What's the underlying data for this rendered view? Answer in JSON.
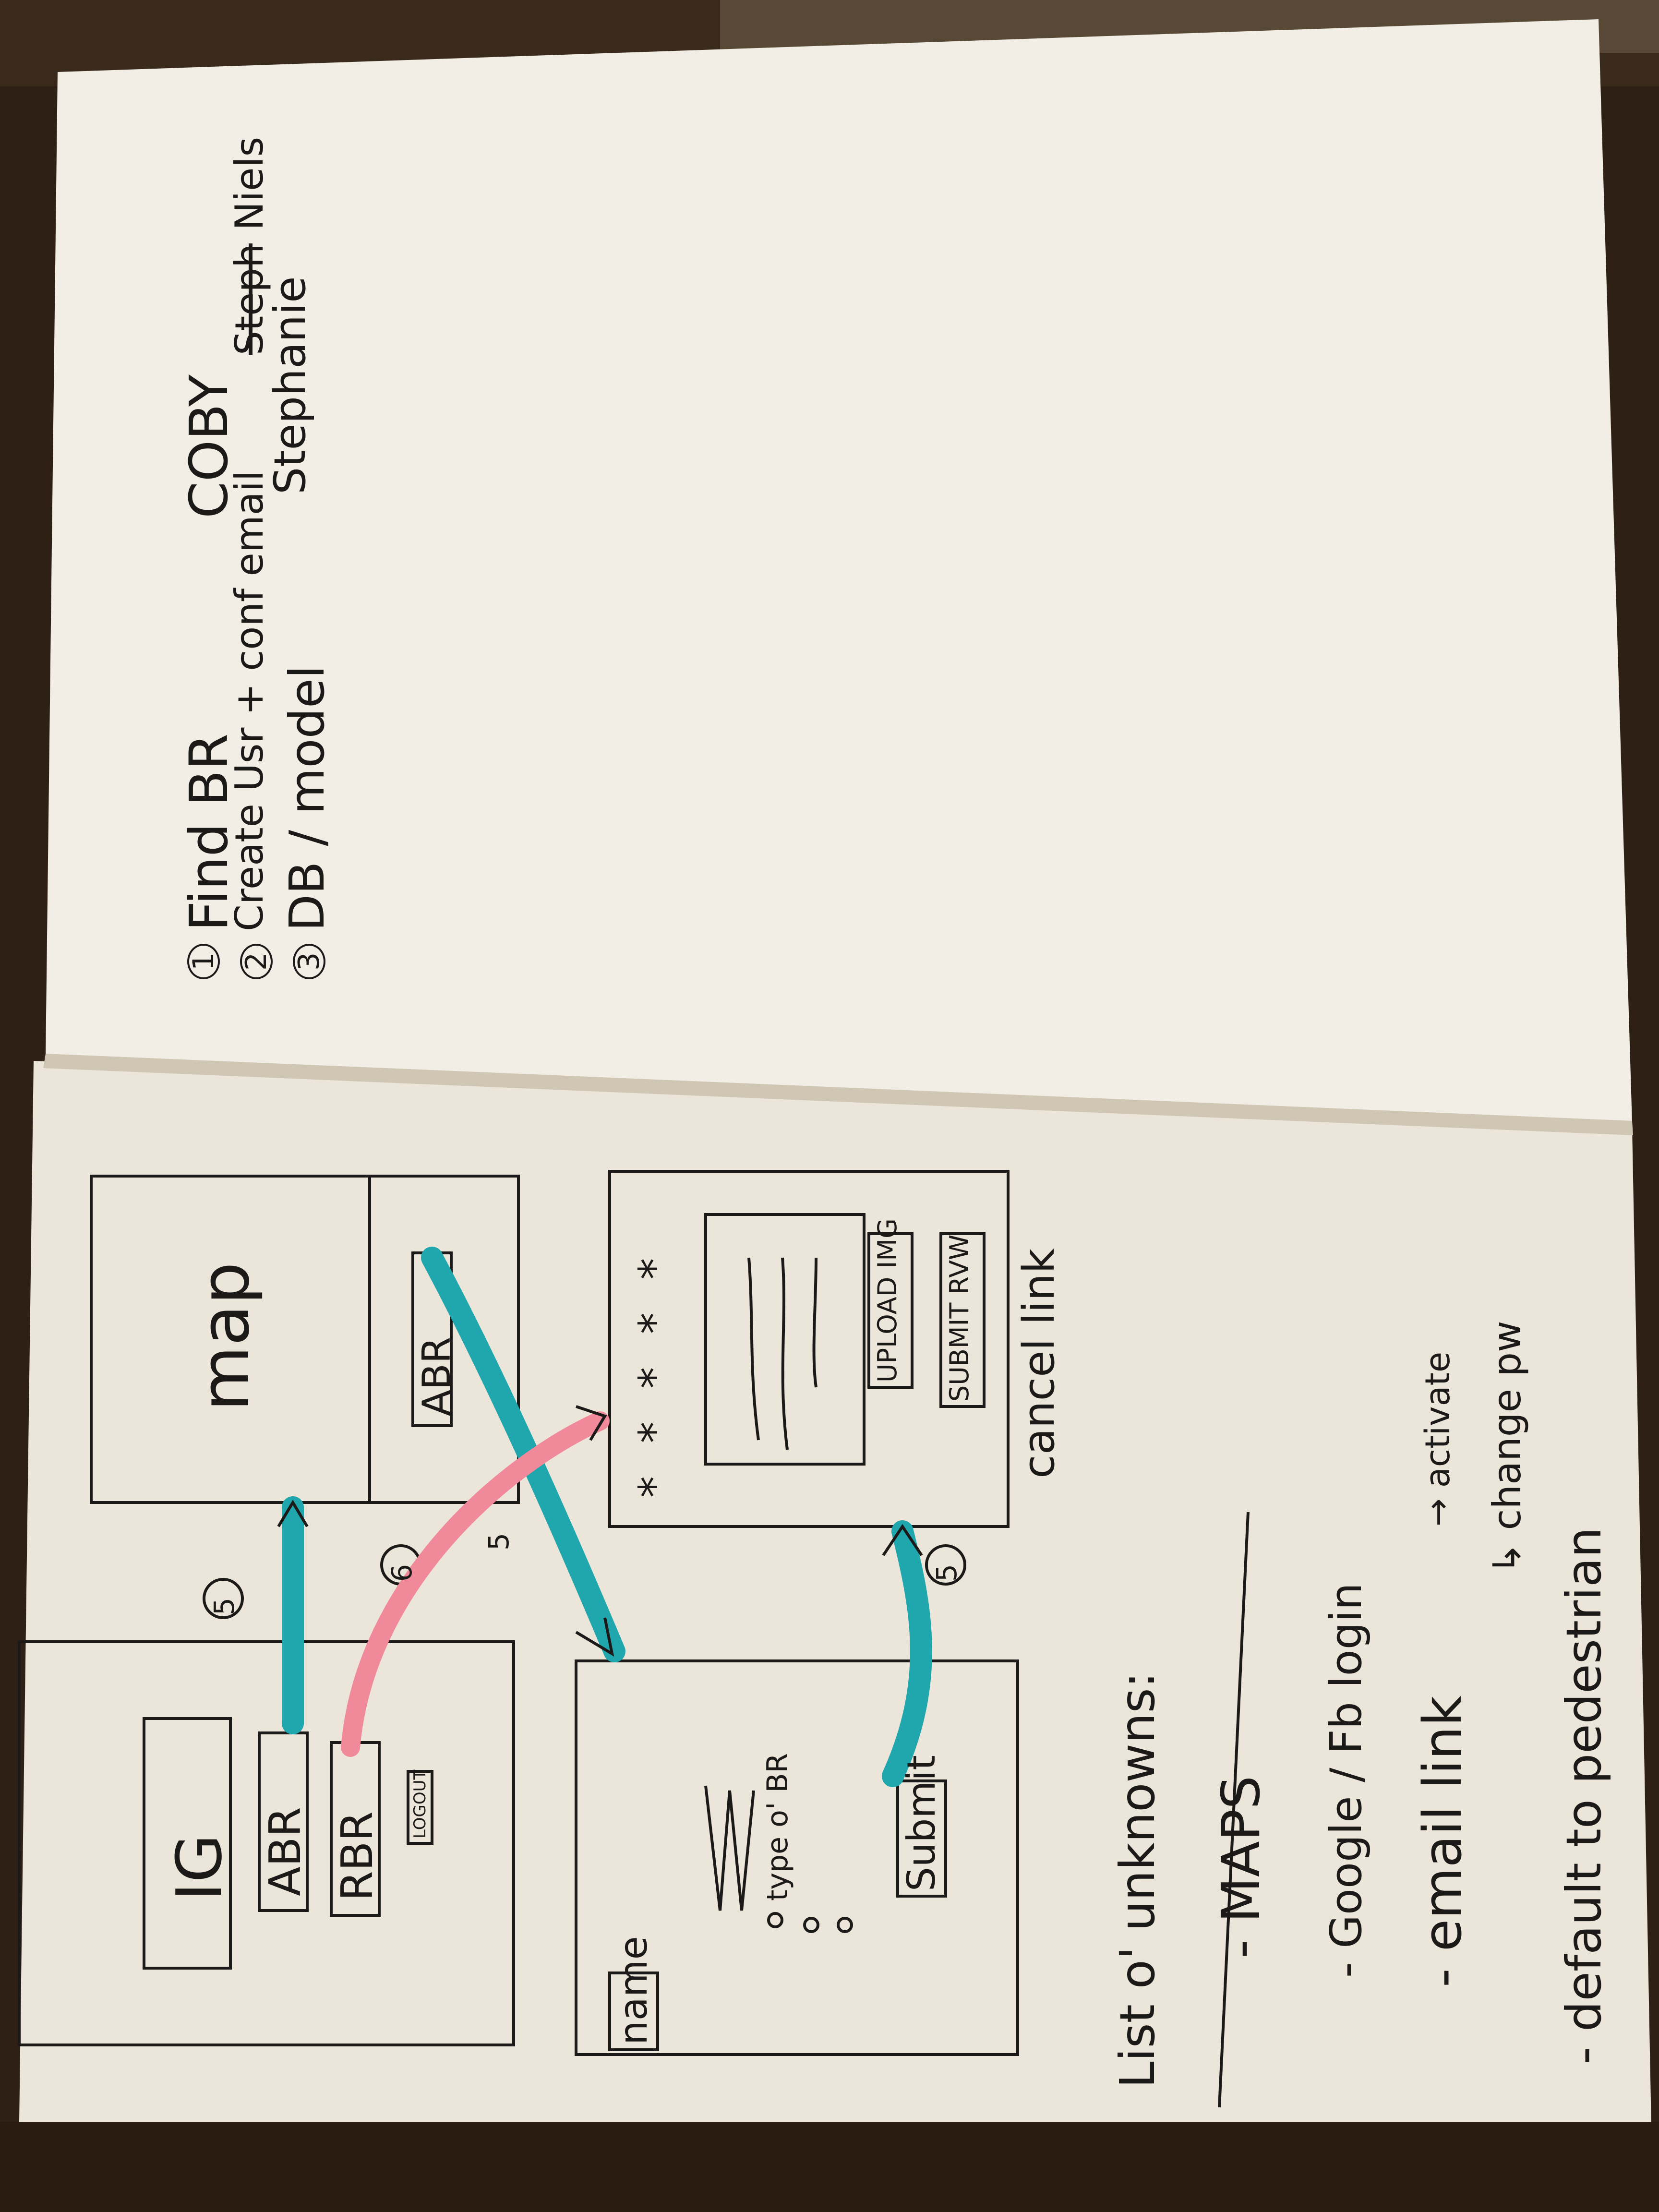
{
  "notebook": {
    "right_page": {
      "tasks": [
        {
          "num": "1",
          "text": "Find BR",
          "owner": "COBY"
        },
        {
          "num": "2",
          "text": "Create Usr + conf email",
          "owner_struck": "Steph",
          "owner": "Niels"
        },
        {
          "num": "3",
          "text": "DB / model",
          "owner": "Stephanie"
        }
      ]
    },
    "left_page": {
      "screen_home": {
        "image_label": "IG",
        "buttons": [
          "ABR",
          "RBR"
        ],
        "logout": "LOGOUT"
      },
      "screen_map": {
        "map_label": "map",
        "button": "ABR"
      },
      "screen_add_br": {
        "name_field": "name",
        "option_label": "type o' BR",
        "submit": "Submit"
      },
      "screen_review": {
        "stars": "* * * * *",
        "upload": "UPLOAD IMG",
        "submit": "SUBMIT RVW",
        "cancel": "cancel link"
      },
      "flow_steps": [
        "5",
        "6",
        "5",
        "5"
      ],
      "unknowns": {
        "title": "List o' unknowns:",
        "items": [
          "- MAPS",
          "- Google / Fb login",
          "- email link",
          "→ activate",
          "↳ change pw",
          "- default to pedestrian"
        ]
      }
    },
    "colors": {
      "teal": "#1fa7ad",
      "pink": "#f08a9a",
      "ink": "#1c1a18",
      "paper": "#f1ece2"
    }
  }
}
